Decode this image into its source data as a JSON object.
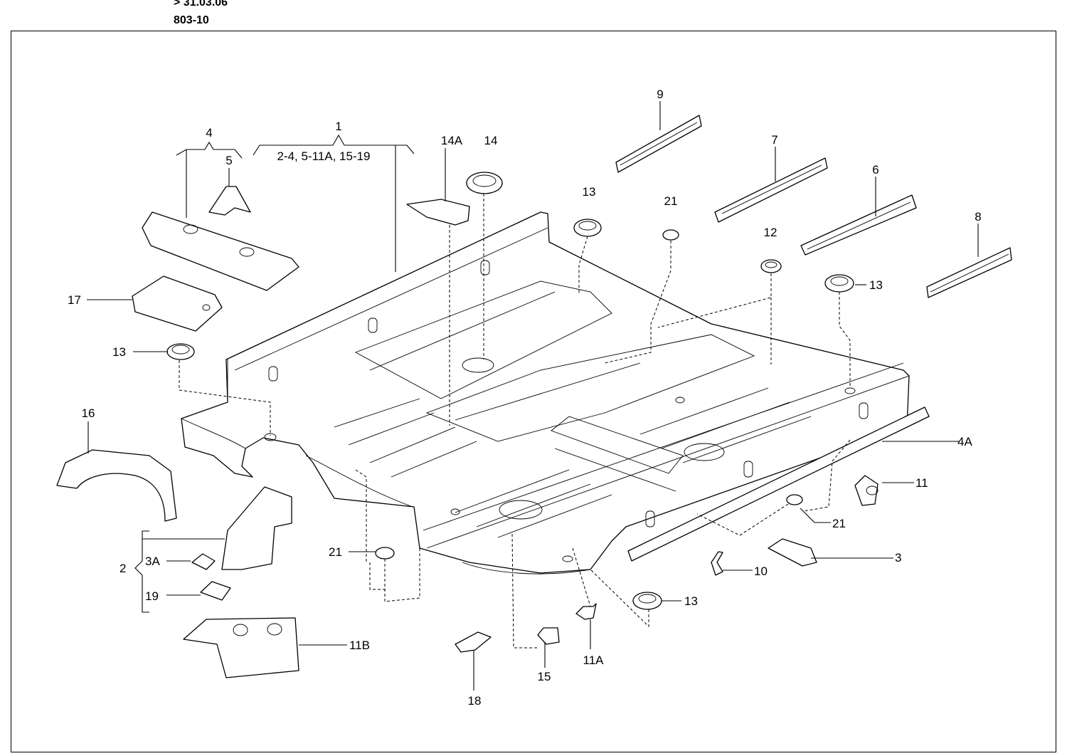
{
  "header": {
    "date_text": "> 31.03.06",
    "code_text": "803-10"
  },
  "callouts": {
    "p1": "1",
    "p1_range": "2-4, 5-11A, 15-19",
    "p2": "2",
    "p3": "3",
    "p3a": "3A",
    "p4": "4",
    "p4a": "4A",
    "p5": "5",
    "p6": "6",
    "p7": "7",
    "p8": "8",
    "p9": "9",
    "p10": "10",
    "p11": "11",
    "p11a": "11A",
    "p11b": "11B",
    "p12": "12",
    "p13": "13",
    "p14": "14",
    "p14a": "14A",
    "p15": "15",
    "p16": "16",
    "p17": "17",
    "p18": "18",
    "p19": "19",
    "p21": "21"
  }
}
